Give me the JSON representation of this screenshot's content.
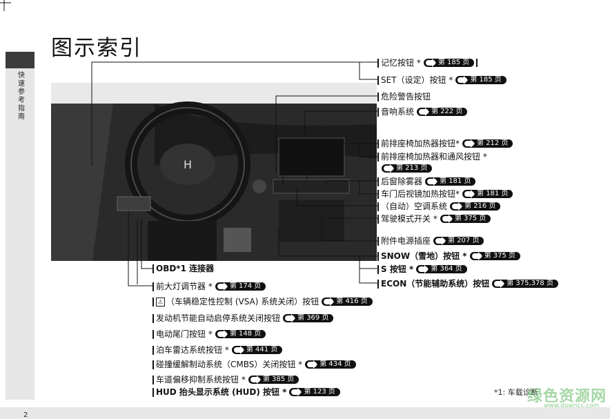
{
  "page": {
    "title": "图示索引",
    "side_tab": "快速参考指南",
    "page_number": "2",
    "footnote": "*1: 车载诊断"
  },
  "watermark": {
    "text": "绿色资源网",
    "url": "www.downcc.com"
  },
  "right_labels": [
    {
      "text": "记忆按钮 *",
      "ref": "第 185 页"
    },
    {
      "text": "SET（设定）按钮 *",
      "ref": "第 185 页"
    },
    {
      "text": "危险警告按钮",
      "ref": ""
    },
    {
      "text": "音响系统",
      "ref": "第 222 页"
    },
    {
      "text": "前排座椅加热器按钮*",
      "ref": "第 212 页"
    },
    {
      "text": "前排座椅加热器和通风按钮 *",
      "ref": ""
    },
    {
      "text": "",
      "ref": "第 213 页"
    },
    {
      "text": "后窗除雾器",
      "ref": "第 181 页"
    },
    {
      "text": "车门后视镜加热按钮*",
      "ref": "第 181 页"
    },
    {
      "text": "（自动）空调系统",
      "ref": "第 216 页"
    },
    {
      "text": "驾驶模式开关 *",
      "ref": "第 375 页"
    },
    {
      "text": "附件电源插座",
      "ref": "第 207 页"
    },
    {
      "text": "SNOW（雪地）按钮 *",
      "ref": "第 375 页"
    },
    {
      "text": "S 按钮 *",
      "ref": "第 364 页"
    },
    {
      "text": "ECON（节能辅助系统）按钮",
      "ref": "第 375,378 页"
    }
  ],
  "left_labels": [
    {
      "text": "OBD*1 连接器",
      "ref": ""
    },
    {
      "text": "前大灯调节器 *",
      "ref": "第 174 页"
    },
    {
      "text": "（车辆稳定性控制 (VSA) 系统关闭）按钮",
      "ref": "第 416 页"
    },
    {
      "text": "发动机节能自动启停系统关闭按钮",
      "ref": "第 369 页"
    },
    {
      "text": "电动尾门按钮 *",
      "ref": "第 148 页"
    },
    {
      "text": "泊车雷达系统按钮 *",
      "ref": "第 441 页"
    },
    {
      "text": "碰撞缓解制动系统（CMBS）关闭按钮 *",
      "ref": "第 434 页"
    },
    {
      "text": "车道偏移抑制系统按钮 *",
      "ref": "第 385 页"
    },
    {
      "text": "HUD 抬头显示系统 (HUD) 按钮 *",
      "ref": "第 123 页"
    }
  ]
}
